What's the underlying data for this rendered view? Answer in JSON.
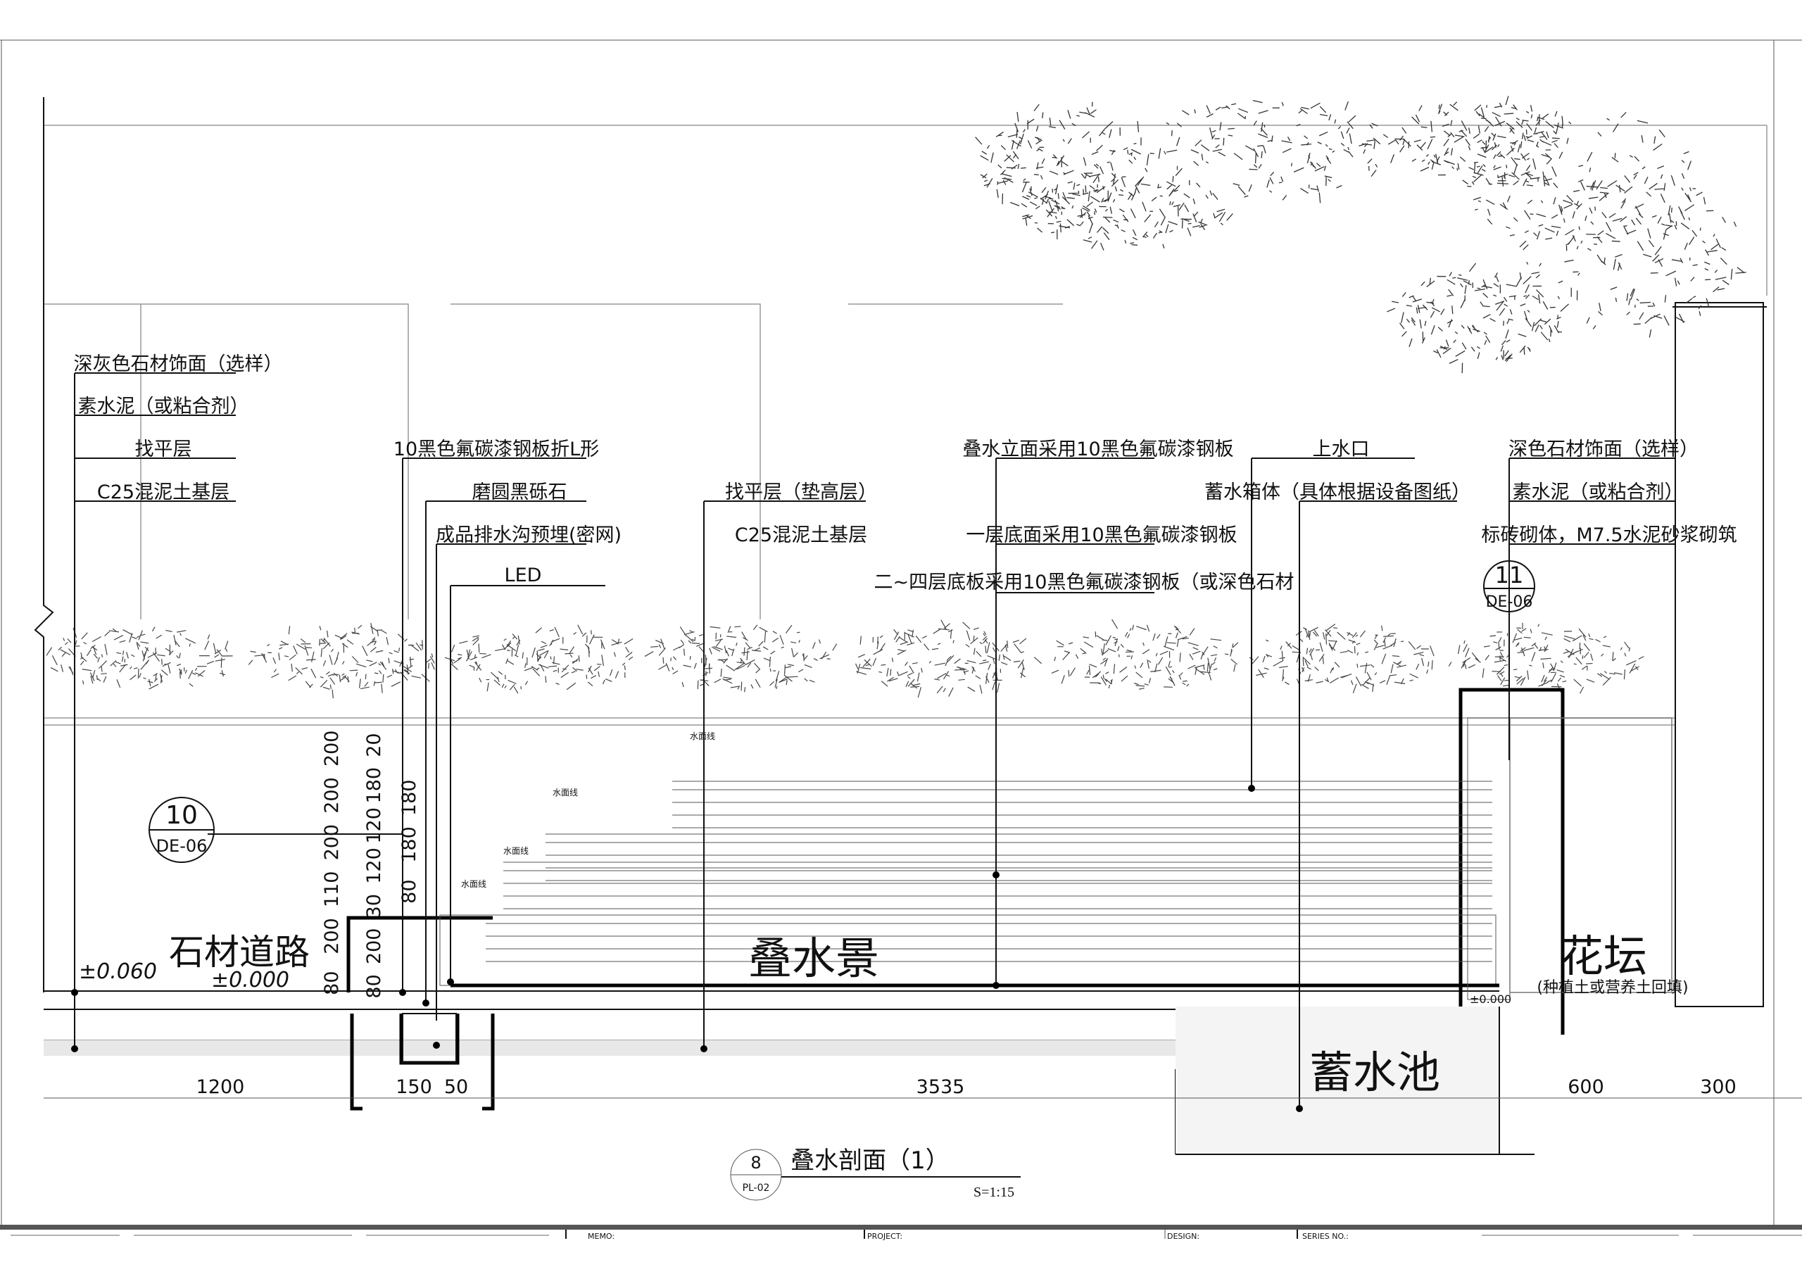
{
  "drawing": {
    "left_labels": [
      "深灰色石材饰面（选样）",
      "素水泥（或粘合剂）",
      "找平层",
      "C25混泥土基层"
    ],
    "channel_labels": [
      "10黑色氟碳漆钢板折L形",
      "磨圆黑砾石",
      "成品排水沟预埋(密网)",
      "LED"
    ],
    "mid_labels": [
      "找平层（垫高层）",
      "C25混泥土基层"
    ],
    "cascade_labels": [
      "叠水立面采用10黑色氟碳漆钢板",
      "二~四层底板采用10黑色氟碳漆钢板（或深色石材",
      "一层底面采用10黑色氟碳漆钢板"
    ],
    "inlet_labels": [
      "上水口",
      "蓄水箱体（具体根据设备图纸）"
    ],
    "planter_labels": [
      "深色石材饰面（选样）",
      "素水泥（或粘合剂）",
      "标砖砌体，M7.5水泥砂浆砌筑"
    ],
    "bubble_10": {
      "num": "10",
      "ref": "DE-06"
    },
    "bubble_11": {
      "num": "11",
      "ref": "DE-06"
    },
    "zones": {
      "road": "石材道路",
      "cascade": "叠水景",
      "reservoir": "蓄水池",
      "planter": "花坛",
      "planter_note": "(种植土或营养土回填)"
    },
    "water_line": "水面线",
    "levels": {
      "road": "±0.060",
      "base": "±0.000",
      "planter": "±0.000"
    },
    "bottom_dims": [
      "1200",
      "150",
      "50",
      "3535",
      "600",
      "300"
    ],
    "vert_dims_a": [
      "200",
      "200",
      "200",
      "110",
      "200",
      "80"
    ],
    "vert_dims_b": [
      "20",
      "180",
      "120",
      "120",
      "30",
      "200",
      "80"
    ],
    "vert_dims_c": [
      "180",
      "180",
      "80"
    ],
    "title": {
      "num": "8",
      "sheet": "PL-02",
      "name": "叠水剖面（1）",
      "scale": "S=1:15"
    }
  },
  "title_block": {
    "memo": "MEMO:",
    "project": "PROJECT:",
    "design": "DESIGN:",
    "series": "SERIES NO.:"
  }
}
